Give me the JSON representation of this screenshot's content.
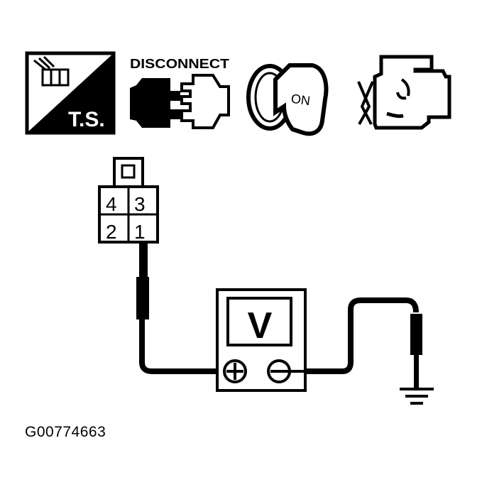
{
  "icons": [
    {
      "name": "test-simulator",
      "label": "T.S."
    },
    {
      "name": "disconnect",
      "label": "DISCONNECT"
    },
    {
      "name": "ignition-key",
      "label": "ON"
    },
    {
      "name": "engine",
      "label": ""
    }
  ],
  "connector": {
    "terminals": [
      "4",
      "3",
      "2",
      "1"
    ],
    "probe_terminal": "1"
  },
  "meter": {
    "label": "V",
    "positive_symbol": "+",
    "negative_symbol": "−"
  },
  "ground": {
    "label": "ground"
  },
  "caption": "G00774663",
  "colors": {
    "ink": "#000000",
    "paper": "#ffffff"
  }
}
